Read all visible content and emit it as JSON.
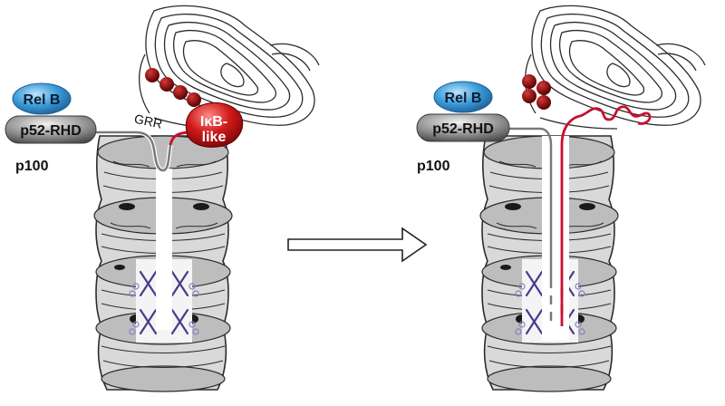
{
  "left_panel": {
    "relb_label": "Rel B",
    "p52_label": "p52-RHD",
    "p100_label": "p100",
    "grr_label": "GRR",
    "ikb_label_line1": "IκB-",
    "ikb_label_line2": "like"
  },
  "right_panel": {
    "relb_label": "Rel B",
    "p52_label": "p52-RHD",
    "p100_label": "p100"
  },
  "colors": {
    "relb_blue": "#3a9bd9",
    "rhd_gray": "#8c8c8c",
    "ikb_red": "#c8102e",
    "dot_dark_red": "#8b0a0a",
    "proteasome_ink": "#2c2c2c",
    "subunit_purple": "#4b3a8c",
    "arrow_outline": "#222222"
  }
}
